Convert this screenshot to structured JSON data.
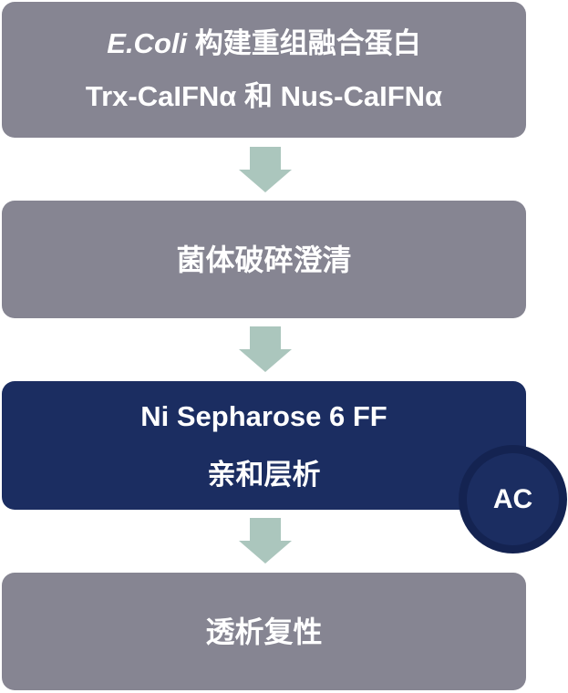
{
  "colors": {
    "step_gray": "#868592",
    "step_highlight": "#1b2d61",
    "badge_ring": "#142351",
    "arrow": "#abc6bd",
    "text": "#ffffff"
  },
  "steps": [
    {
      "line1_italic": "E.Coli",
      "line1_rest": " 构建重组融合蛋白",
      "line2": "Trx-CaIFNα 和 Nus-CaIFNα"
    },
    {
      "line1": "菌体破碎澄清"
    },
    {
      "line1": "Ni Sepharose 6 FF",
      "line2": "亲和层析",
      "badge": "AC"
    },
    {
      "line1": "透析复性"
    }
  ],
  "arrows": [
    {
      "icon": "down-arrow-icon"
    },
    {
      "icon": "down-arrow-icon"
    },
    {
      "icon": "down-arrow-icon"
    }
  ]
}
